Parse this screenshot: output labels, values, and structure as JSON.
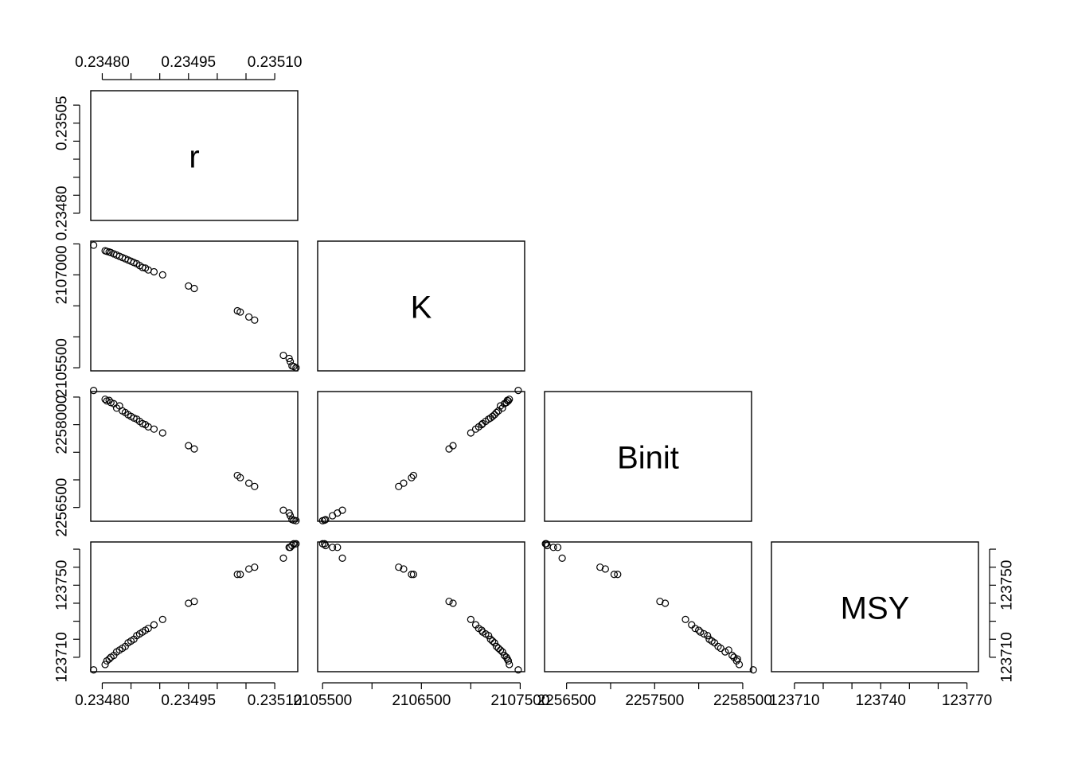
{
  "chart_data": {
    "type": "scatter",
    "kind": "pairs",
    "variables": [
      "r",
      "K",
      "Binit",
      "MSY"
    ],
    "diagonal_labels": [
      "r",
      "K",
      "Binit",
      "MSY"
    ],
    "ranges": {
      "r": [
        0.23478,
        0.23514
      ],
      "K": [
        2105450,
        2107545
      ],
      "Binit": [
        2256250,
        2258600
      ],
      "MSY": [
        123702,
        123774
      ]
    },
    "ticks": {
      "r": [
        "0.23480",
        "0.23495",
        "0.23510"
      ],
      "K": [
        "2105500",
        "2106500",
        "2107500"
      ],
      "Binit": [
        "2256500",
        "2257500",
        "2258500"
      ],
      "MSY": [
        "123710",
        "123740",
        "123770"
      ]
    },
    "minor_ticks": {
      "r": [
        0.2348,
        0.23485,
        0.2349,
        0.23495,
        0.235,
        0.23505,
        0.2351
      ],
      "K": [
        2105500,
        2106000,
        2106500,
        2107000,
        2107500
      ],
      "Binit": [
        2256500,
        2257000,
        2257500,
        2258000,
        2258500
      ],
      "MSY": [
        123710,
        123720,
        123730,
        123740,
        123750,
        123760,
        123770
      ]
    },
    "r_row_ticks": [
      "0.23480",
      "0.23505"
    ],
    "K_row_ticks": [
      "2105500",
      "2107000"
    ],
    "Binit_row_ticks": [
      "2256500",
      "2258000"
    ],
    "MSY_row_ticks": [
      "123710",
      "123750"
    ],
    "grid": false,
    "legend": "none",
    "points": [
      {
        "r": 0.234785,
        "K": 2107480,
        "Binit": 2258620,
        "MSY": 123703
      },
      {
        "r": 0.234805,
        "K": 2107390,
        "Binit": 2258460,
        "MSY": 123706
      },
      {
        "r": 0.234808,
        "K": 2107380,
        "Binit": 2258430,
        "MSY": 123708
      },
      {
        "r": 0.234812,
        "K": 2107370,
        "Binit": 2258440,
        "MSY": 123709
      },
      {
        "r": 0.234815,
        "K": 2107360,
        "Binit": 2258400,
        "MSY": 123710
      },
      {
        "r": 0.23482,
        "K": 2107340,
        "Binit": 2258380,
        "MSY": 123711
      },
      {
        "r": 0.234825,
        "K": 2107320,
        "Binit": 2258300,
        "MSY": 123713
      },
      {
        "r": 0.23483,
        "K": 2107300,
        "Binit": 2258340,
        "MSY": 123714
      },
      {
        "r": 0.234835,
        "K": 2107280,
        "Binit": 2258250,
        "MSY": 123715
      },
      {
        "r": 0.23484,
        "K": 2107260,
        "Binit": 2258220,
        "MSY": 123716
      },
      {
        "r": 0.234845,
        "K": 2107240,
        "Binit": 2258180,
        "MSY": 123718
      },
      {
        "r": 0.23485,
        "K": 2107220,
        "Binit": 2258150,
        "MSY": 123719
      },
      {
        "r": 0.234855,
        "K": 2107200,
        "Binit": 2258120,
        "MSY": 123720
      },
      {
        "r": 0.23486,
        "K": 2107180,
        "Binit": 2258100,
        "MSY": 123722
      },
      {
        "r": 0.234865,
        "K": 2107150,
        "Binit": 2258060,
        "MSY": 123723
      },
      {
        "r": 0.23487,
        "K": 2107120,
        "Binit": 2258020,
        "MSY": 123724
      },
      {
        "r": 0.234875,
        "K": 2107110,
        "Binit": 2258000,
        "MSY": 123725
      },
      {
        "r": 0.23488,
        "K": 2107080,
        "Binit": 2257960,
        "MSY": 123726
      },
      {
        "r": 0.23489,
        "K": 2107050,
        "Binit": 2257920,
        "MSY": 123728
      },
      {
        "r": 0.234905,
        "K": 2107000,
        "Binit": 2257850,
        "MSY": 123731
      },
      {
        "r": 0.23495,
        "K": 2106820,
        "Binit": 2257620,
        "MSY": 123740
      },
      {
        "r": 0.23496,
        "K": 2106780,
        "Binit": 2257560,
        "MSY": 123741
      },
      {
        "r": 0.235035,
        "K": 2106420,
        "Binit": 2257080,
        "MSY": 123756
      },
      {
        "r": 0.23504,
        "K": 2106400,
        "Binit": 2257040,
        "MSY": 123756
      },
      {
        "r": 0.235055,
        "K": 2106320,
        "Binit": 2256940,
        "MSY": 123759
      },
      {
        "r": 0.235065,
        "K": 2106270,
        "Binit": 2256880,
        "MSY": 123760
      },
      {
        "r": 0.235115,
        "K": 2105700,
        "Binit": 2256450,
        "MSY": 123765
      },
      {
        "r": 0.235125,
        "K": 2105650,
        "Binit": 2256400,
        "MSY": 123771
      },
      {
        "r": 0.235127,
        "K": 2105600,
        "Binit": 2256350,
        "MSY": 123771
      },
      {
        "r": 0.23513,
        "K": 2105530,
        "Binit": 2256280,
        "MSY": 123772
      },
      {
        "r": 0.235133,
        "K": 2105520,
        "Binit": 2256270,
        "MSY": 123773
      },
      {
        "r": 0.235137,
        "K": 2105500,
        "Binit": 2256260,
        "MSY": 123773
      }
    ]
  }
}
